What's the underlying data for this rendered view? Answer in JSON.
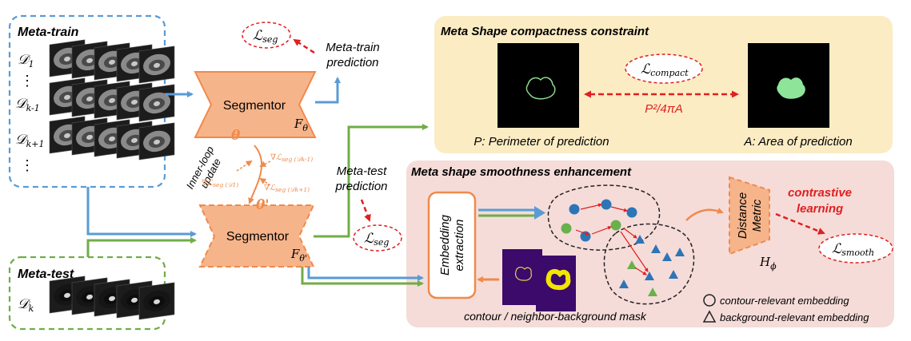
{
  "meta_train": {
    "title": "Meta-train",
    "datasets": [
      {
        "sym": "𝒟",
        "sub": "1"
      },
      {
        "sym": "𝒟",
        "sub": "k-1"
      },
      {
        "sym": "𝒟",
        "sub": "k+1"
      }
    ],
    "dots": "⋮"
  },
  "meta_test": {
    "title": "Meta-test",
    "sym": "𝒟",
    "sub": "k"
  },
  "segmentor_top": {
    "label": "Segmentor",
    "param": "F",
    "param_sub": "θ"
  },
  "segmentor_bottom": {
    "label": "Segmentor",
    "param": "F",
    "param_sub": "θ'"
  },
  "loss_seg_top": {
    "sym": "ℒ",
    "sub": "seg"
  },
  "loss_seg_bottom": {
    "sym": "ℒ",
    "sub": "seg"
  },
  "meta_train_prediction": [
    "Meta-train",
    "prediction"
  ],
  "meta_test_prediction": [
    "Meta-test",
    "prediction"
  ],
  "inner_loop": {
    "lines": [
      "Inner-loop",
      "update"
    ],
    "theta": "θ",
    "theta_prime": "θ'",
    "grads": [
      {
        "text": "∇ℒ",
        "sub": "seg (𝒟1)"
      },
      {
        "text": "∇ℒ",
        "sub": "seg (𝒟k-1)"
      },
      {
        "text": "∇ℒ",
        "sub": "seg (𝒟k+1)"
      }
    ]
  },
  "compactness": {
    "title": "Meta Shape compactness constraint",
    "loss": {
      "sym": "ℒ",
      "sub": "compact"
    },
    "formula": "P²/4πA",
    "perimeter_caption": "P: Perimeter of prediction",
    "area_caption": "A: Area of prediction"
  },
  "smoothness": {
    "title": "Meta shape smoothness enhancement",
    "embedding": [
      "Embedding",
      "extraction"
    ],
    "mask_caption": "contour / neighbor-background mask",
    "distance": [
      "Distance",
      "Metric"
    ],
    "h_phi": {
      "sym": "H",
      "sub": "ϕ"
    },
    "contrastive": [
      "contrastive",
      "learning"
    ],
    "loss": {
      "sym": "ℒ",
      "sub": "smooth"
    },
    "legend_circle": "contour-relevant embedding",
    "legend_triangle": "background-relevant embedding"
  },
  "colors": {
    "orange": "#f08a4b",
    "orange_fill": "#f6b48b",
    "blue": "#5a9bd5",
    "green": "#70ad47",
    "red": "#e01f1f",
    "yellow_panel": "#fcecc4",
    "pink_panel": "#f5dcd9",
    "dot_blue": "#2e75b6",
    "dot_green": "#6ab04c"
  }
}
